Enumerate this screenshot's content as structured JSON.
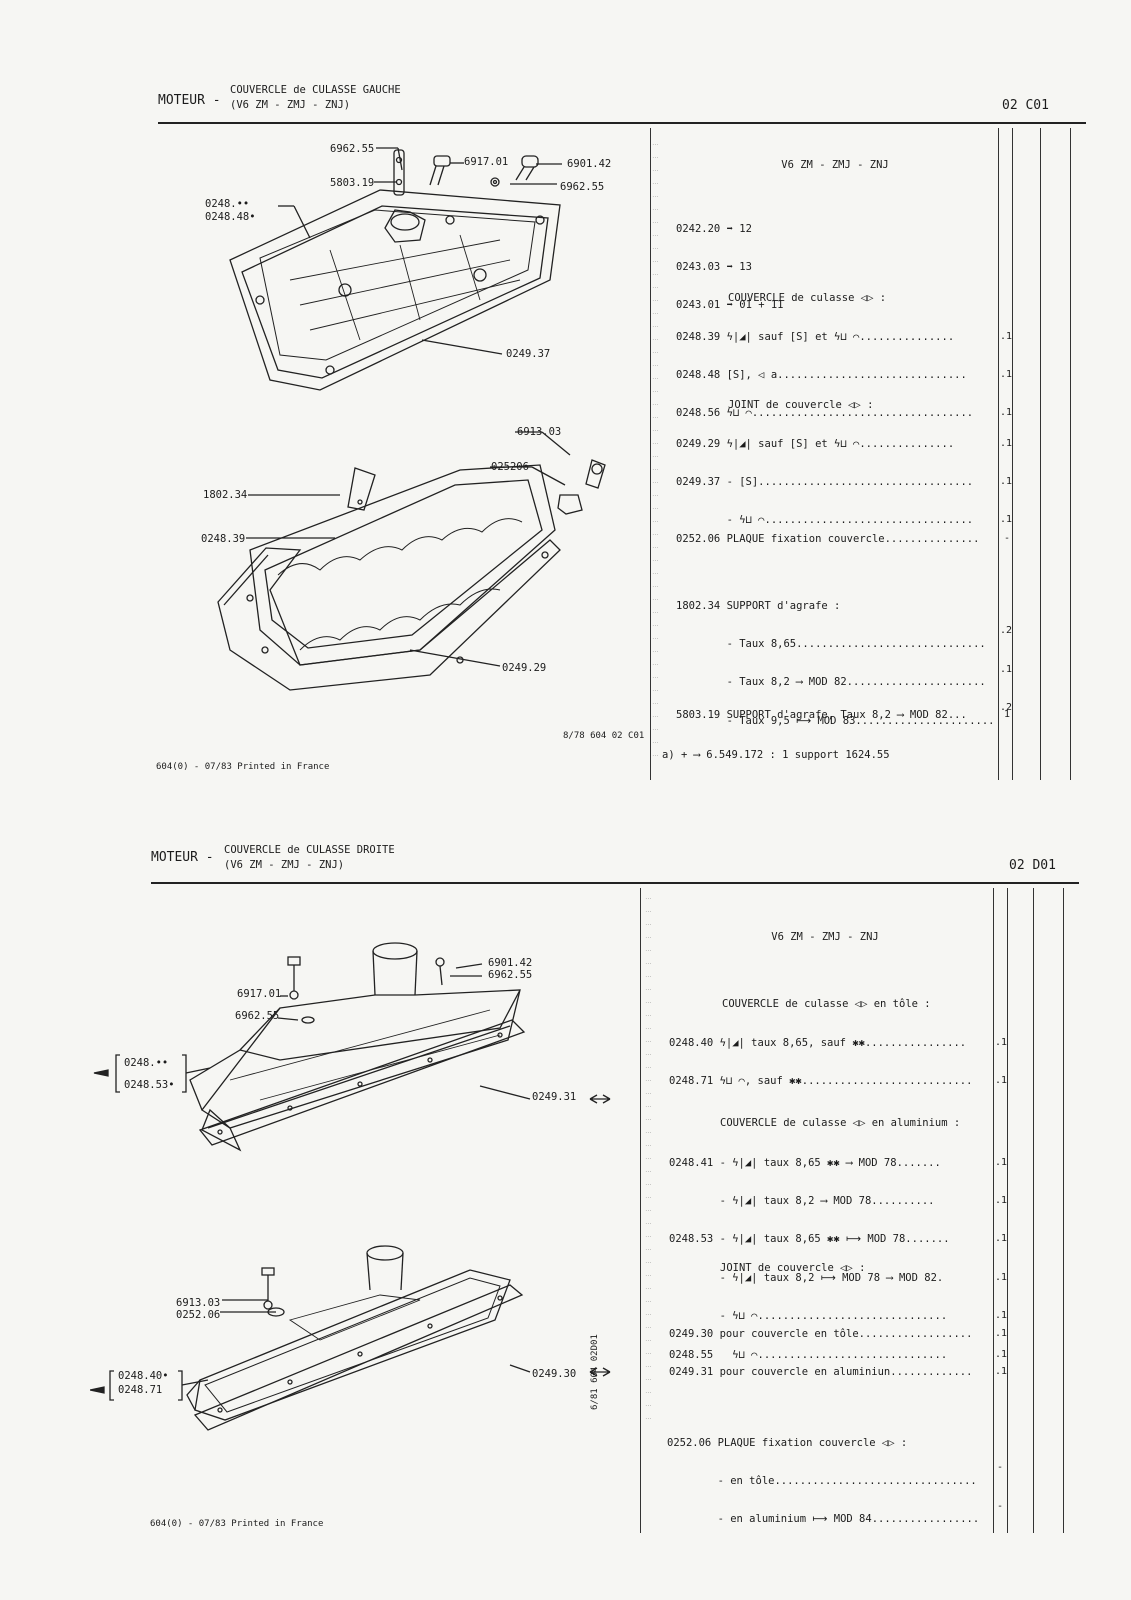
{
  "top": {
    "category": "MOTEUR",
    "dash": "-",
    "title_line1": "COUVERCLE de CULASSE GAUCHE",
    "title_line2": "(V6 ZM - ZMJ - ZNJ)",
    "code": "02 C01",
    "section_title": "V6 ZM - ZMJ - ZNJ",
    "refs": [
      {
        "code": "0242.20",
        "arrow": "➡",
        "target": "12"
      },
      {
        "code": "0243.03",
        "arrow": "➡",
        "target": "13"
      },
      {
        "code": "0243.01",
        "arrow": "➡",
        "target": "01 + 11"
      }
    ],
    "groups": [
      {
        "heading": "COUVERCLE de culasse ◁▷ :",
        "lines": [
          "0248.39 ϟ|◢| sauf [S] et ϟ⊔ ⌒...............",
          "0248.48 [S], ◁ a..............................",
          "0248.56 ϟ⊔ ⌒..................................."
        ],
        "qty": [
          ".1",
          ".1",
          ".1"
        ]
      },
      {
        "heading": "JOINT de couvercle ◁▷ :",
        "lines": [
          "0249.29 ϟ|◢| sauf [S] et ϟ⊔ ⌒...............",
          "0249.37 - [S]..................................",
          "        - ϟ⊔ ⌒................................."
        ],
        "qty": [
          ".1",
          ".1",
          ".1"
        ]
      },
      {
        "heading": "",
        "lines": [
          "0252.06 PLAQUE fixation couvercle..............."
        ],
        "qty": [
          "-"
        ]
      },
      {
        "heading": "",
        "lines": [
          "1802.34 SUPPORT d'agrafe :",
          "        - Taux 8,65..............................",
          "        - Taux 8,2 ⟶ MOD 82......................",
          "        - Taux 9,5 ⟼ MOD 83......................"
        ],
        "qty": [
          "",
          ".2",
          ".1",
          ".2"
        ]
      },
      {
        "heading": "",
        "lines": [
          "5803.19 SUPPORT d'agrafe, Taux 8,2 ⟶ MOD 82..."
        ],
        "qty": [
          "1"
        ]
      }
    ],
    "note": "a) + ⟶ 6.549.172 : 1 support 1624.55",
    "drawing_code": "8/78 604 02 C01",
    "footer": "604(0) - 07/83 Printed in France",
    "labels": {
      "l6962_55a": "6962.55",
      "l5803_19": "5803.19",
      "l6917_01": "6917.01",
      "l6901_42": "6901.42",
      "l6962_55b": "6962.55",
      "l0248dot": "0248.••",
      "l0248_48": "0248.48•",
      "l0249_37": "0249.37",
      "l6913_03": "6913.03",
      "l025206": "025206",
      "l1802_34": "1802.34",
      "l0248_39": "0248.39",
      "l0249_29": "0249.29"
    }
  },
  "bottom": {
    "category": "MOTEUR",
    "dash": "-",
    "title_line1": "COUVERCLE de CULASSE DROITE",
    "title_line2": "(V6 ZM - ZMJ - ZNJ)",
    "code": "02 D01",
    "section_title": "V6 ZM - ZMJ - ZNJ",
    "groups": [
      {
        "heading": "COUVERCLE de culasse ◁▷ en tôle :",
        "lines": [
          "0248.40 ϟ|◢| taux 8,65, sauf ✱✱................",
          "0248.71 ϟ⊔ ⌒, sauf ✱✱..........................."
        ],
        "qty": [
          ".1",
          ".1"
        ]
      },
      {
        "heading": "COUVERCLE de culasse ◁▷ en aluminium :",
        "lines": [
          "0248.41 - ϟ|◢| taux 8,65 ✱✱ ⟶ MOD 78.......",
          "        - ϟ|◢| taux 8,2 ⟶ MOD 78..........",
          "0248.53 - ϟ|◢| taux 8,65 ✱✱ ⟼ MOD 78.......",
          "        - ϟ|◢| taux 8,2 ⟼ MOD 78 ⟶ MOD 82.",
          "        - ϟ⊔ ⌒..............................",
          "0248.55   ϟ⊔ ⌒.............................."
        ],
        "qty": [
          ".1",
          ".1",
          ".1",
          ".1",
          ".1",
          ".1"
        ]
      },
      {
        "heading": "JOINT de couvercle ◁▷ :",
        "lines": [
          "0249.30 pour couvercle en tôle..................",
          "0249.31 pour couvercle en aluminiun............."
        ],
        "qty": [
          ".1",
          ".1"
        ]
      },
      {
        "heading": "",
        "lines": [
          "0252.06 PLAQUE fixation couvercle ◁▷ :",
          "        - en tôle................................",
          "        - en aluminium ⟼ MOD 84................."
        ],
        "qty": [
          "",
          "-",
          "-"
        ]
      }
    ],
    "drawing_code": "6/81 604 02D01",
    "footer": "604(0) - 07/83 Printed in France",
    "labels": {
      "l6901_42": "6901.42",
      "l6962_55a": "6962.55",
      "l6917_01": "6917.01",
      "l6962_55b": "6962.55",
      "l0248dot": "0248.••",
      "l0248_53": "0248.53•",
      "l0249_31": "0249.31",
      "l6913_03": "6913.03",
      "l0252_06": "0252.06",
      "l0248_40": "0248.40•",
      "l0248_71": "0248.71",
      "l0249_30": "0249.30"
    }
  }
}
